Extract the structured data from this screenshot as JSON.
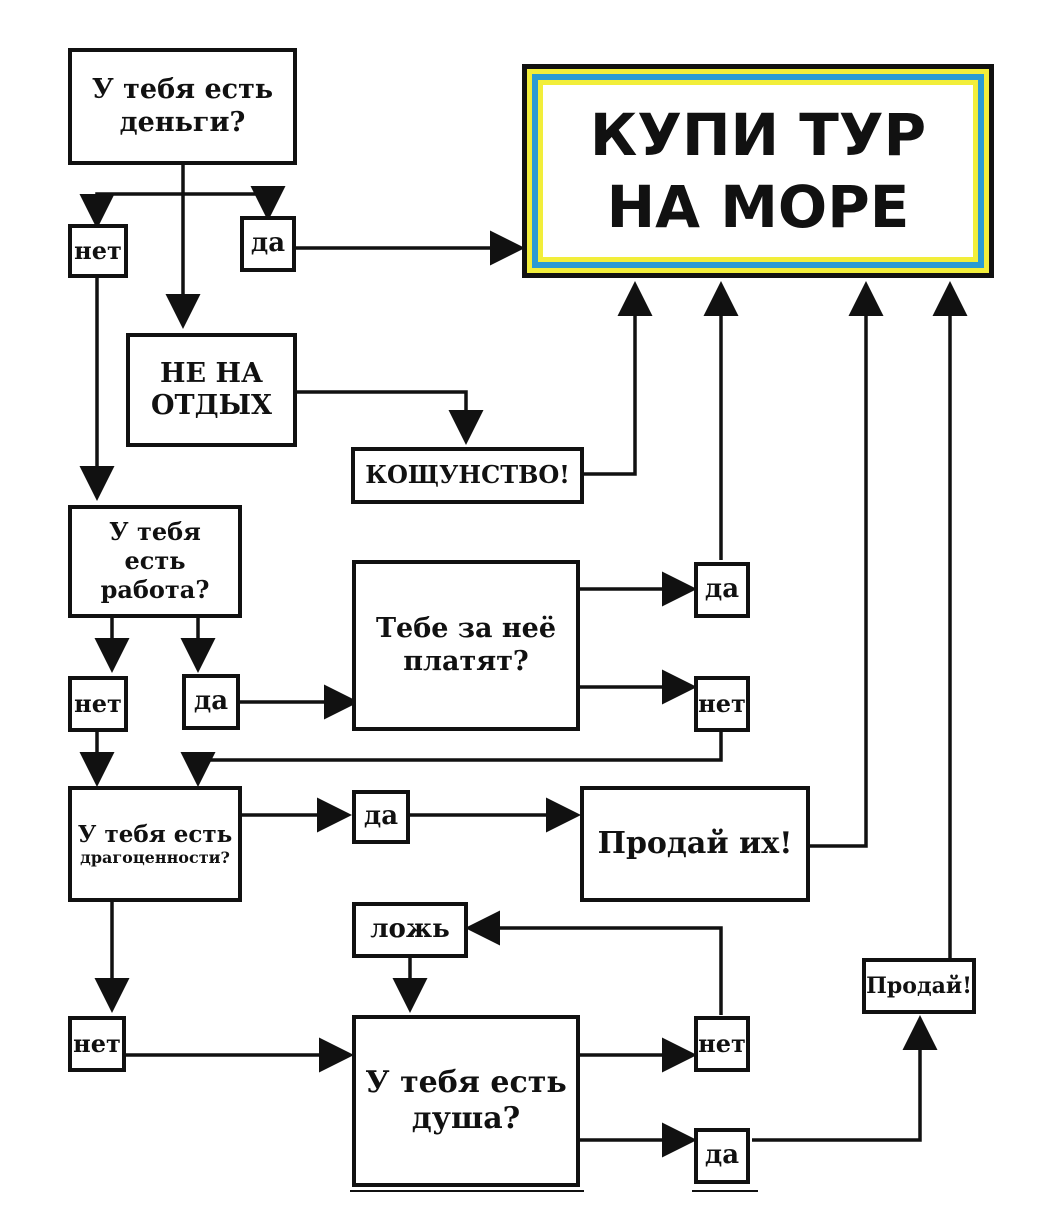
{
  "goal": {
    "line1": "КУПИ ТУР",
    "line2": "НА МОРЕ",
    "colors": {
      "outer": "#f2ee3a",
      "ring": "#2a9bd3"
    }
  },
  "money": {
    "line1": "У тебя есть",
    "line2": "деньги?"
  },
  "money_no": "нет",
  "money_yes": "да",
  "not_vacation": {
    "line1": "НЕ НА",
    "line2": "ОТДЫХ"
  },
  "blasphemy": "КОЩУНСТВО!",
  "job": {
    "line1": "У тебя есть",
    "line2": "работа?"
  },
  "job_no": "нет",
  "job_yes": "да",
  "paid": {
    "line1": "Тебе за неё",
    "line2": "платят?"
  },
  "paid_yes": "да",
  "paid_no": "нет",
  "jewels": {
    "line1": "У тебя есть",
    "line2": "драгоценности?"
  },
  "jewels_yes": "да",
  "jewels_no": "нет",
  "sell_them": "Продай их!",
  "lie": "ложь",
  "soul": {
    "line1": "У тебя есть",
    "line2": "душа?"
  },
  "soul_no": "нет",
  "soul_yes": "да",
  "sell": "Продай!"
}
